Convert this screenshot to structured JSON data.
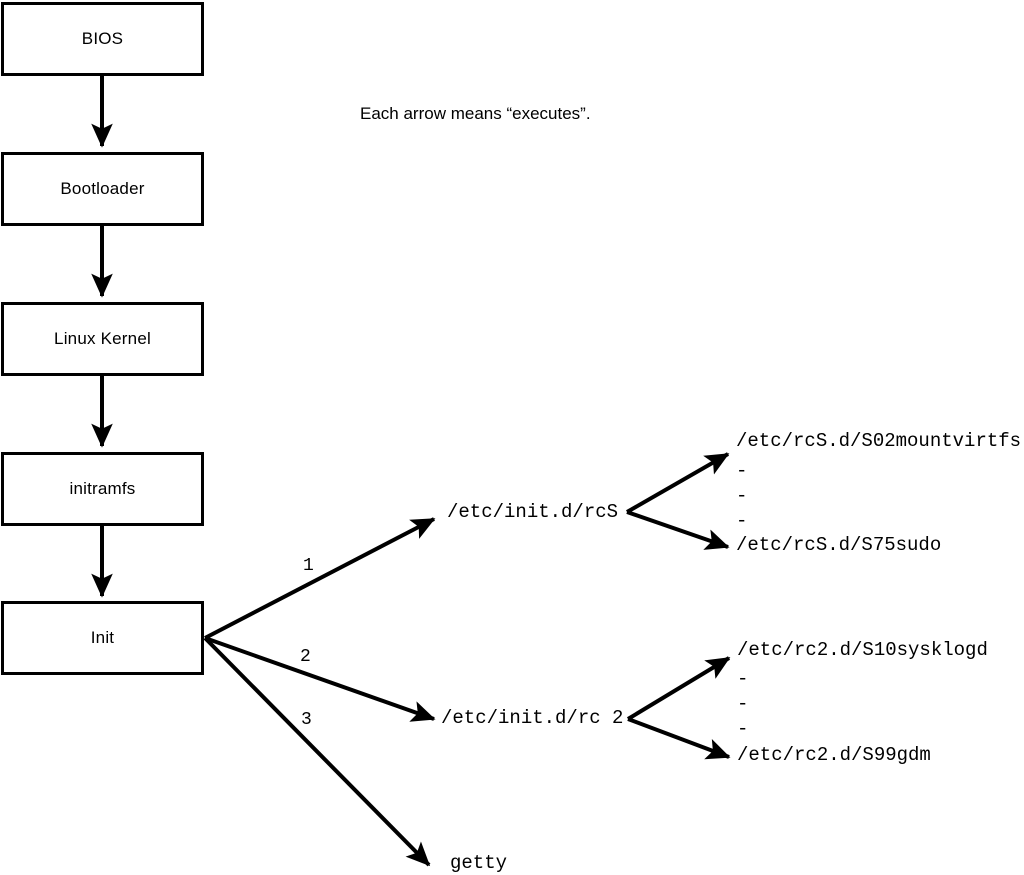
{
  "diagram": {
    "title": "Linux boot process flowchart",
    "note": "Each arrow means “executes”.",
    "stroke_color": "#000000",
    "background_color": "#ffffff",
    "boot_chain": [
      {
        "id": "bios",
        "label": "BIOS"
      },
      {
        "id": "bootloader",
        "label": "Bootloader"
      },
      {
        "id": "kernel",
        "label": "Linux Kernel"
      },
      {
        "id": "initramfs",
        "label": "initramfs"
      },
      {
        "id": "init",
        "label": "Init"
      }
    ],
    "init_branches": [
      {
        "number": "1",
        "target": "/etc/init.d/rcS"
      },
      {
        "number": "2",
        "target": "/etc/init.d/rc 2"
      },
      {
        "number": "3",
        "target": "getty"
      }
    ],
    "rcs_scripts": {
      "first": "/etc/rcS.d/S02mountvirtfs",
      "ellipsis": [
        "-",
        "-",
        "-"
      ],
      "last": "/etc/rcS.d/S75sudo"
    },
    "rc2_scripts": {
      "first": "/etc/rc2.d/S10sysklogd",
      "ellipsis": [
        "-",
        "-",
        "-"
      ],
      "last": "/etc/rc2.d/S99gdm"
    }
  }
}
